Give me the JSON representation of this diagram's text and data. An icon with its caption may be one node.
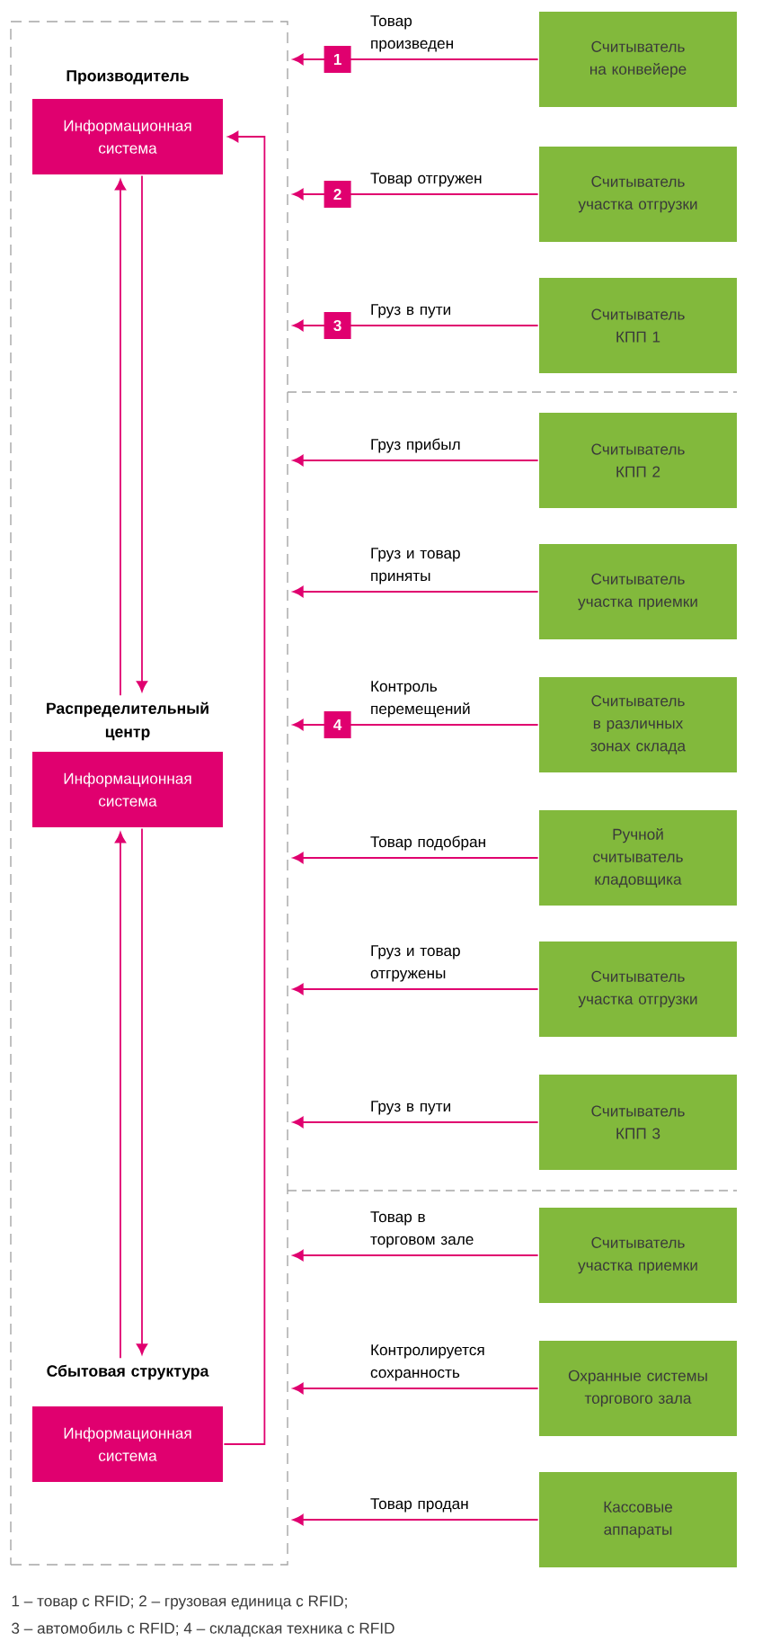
{
  "diagram": {
    "nodes": [
      {
        "text": [],
        "shape": "box"
      },
      {
        "text": [
          "Производитель",
          "Информационная система"
        ],
        "in": 0
      },
      {
        "text": [
          "Распределительный центр",
          "Информационная система"
        ],
        "in": 0
      },
      {
        "text": [
          "Сбытовая структура",
          "Информационная система"
        ],
        "in": 0
      },
      {
        "text": [
          "Считыватель на конвейере"
        ]
      },
      {
        "text": [
          "Считыватель участка отгрузки"
        ]
      },
      {
        "text": [
          "Считыватель КПП 1"
        ]
      },
      {
        "text": [
          "Считыватель КПП 2"
        ]
      },
      {
        "text": [
          "Считыватель участка приемки"
        ]
      },
      {
        "text": [
          "Считыватель в различных зонах склада"
        ]
      },
      {
        "text": [
          "Ручной считыватель кладовщика"
        ]
      },
      {
        "text": [
          "Считыватель участка отгрузки"
        ]
      },
      {
        "text": [
          "Считыватель КПП 3"
        ]
      },
      {
        "text": [
          "Считыватель участка приемки"
        ]
      },
      {
        "text": [
          "Охранные системы торгового зала"
        ]
      },
      {
        "text": [
          "Кассовые аппараты"
        ]
      }
    ],
    "edges": [
      {
        "from": 4,
        "to": 0,
        "arrow": "to",
        "label": "Товар произведен"
      },
      {
        "from": 5,
        "to": 0,
        "arrow": "to",
        "label": "Товар отгружен"
      },
      {
        "from": 6,
        "to": 0,
        "arrow": "to",
        "label": "Груз в пути"
      },
      {
        "from": 7,
        "to": 0,
        "arrow": "to",
        "label": "Груз прибыл"
      },
      {
        "from": 8,
        "to": 0,
        "arrow": "to",
        "label": "Груз и товар приняты"
      },
      {
        "from": 9,
        "to": 0,
        "arrow": "to",
        "label": "Контроль перемещений"
      },
      {
        "from": 10,
        "to": 0,
        "arrow": "to",
        "label": "Товар подобран"
      },
      {
        "from": 11,
        "to": 0,
        "arrow": "to",
        "label": "Груз и товар отгружены"
      },
      {
        "from": 12,
        "to": 0,
        "arrow": "to",
        "label": "Груз в пути"
      },
      {
        "from": 13,
        "to": 0,
        "arrow": "to",
        "label": "Товар в торговом зале"
      },
      {
        "from": 14,
        "to": 0,
        "arrow": "to",
        "label": "Контролируется сохранность"
      },
      {
        "from": 15,
        "to": 0,
        "arrow": "to",
        "label": "Товар продан"
      },
      {
        "from": 1,
        "to": 2,
        "arrow": "to"
      },
      {
        "from": 2,
        "to": 1,
        "arrow": "to"
      },
      {
        "from": 2,
        "to": 3,
        "arrow": "to"
      },
      {
        "from": 3,
        "to": 2,
        "arrow": "to"
      },
      {
        "from": 3,
        "to": 1,
        "arrow": "to"
      }
    ],
    "labels": [
      "1",
      "2",
      "3",
      "4",
      "1 – товар с RFID; 2 – грузовая единица с RFID;",
      "3 – автомобиль с RFID; 4 – складская техника с RFID"
    ]
  }
}
